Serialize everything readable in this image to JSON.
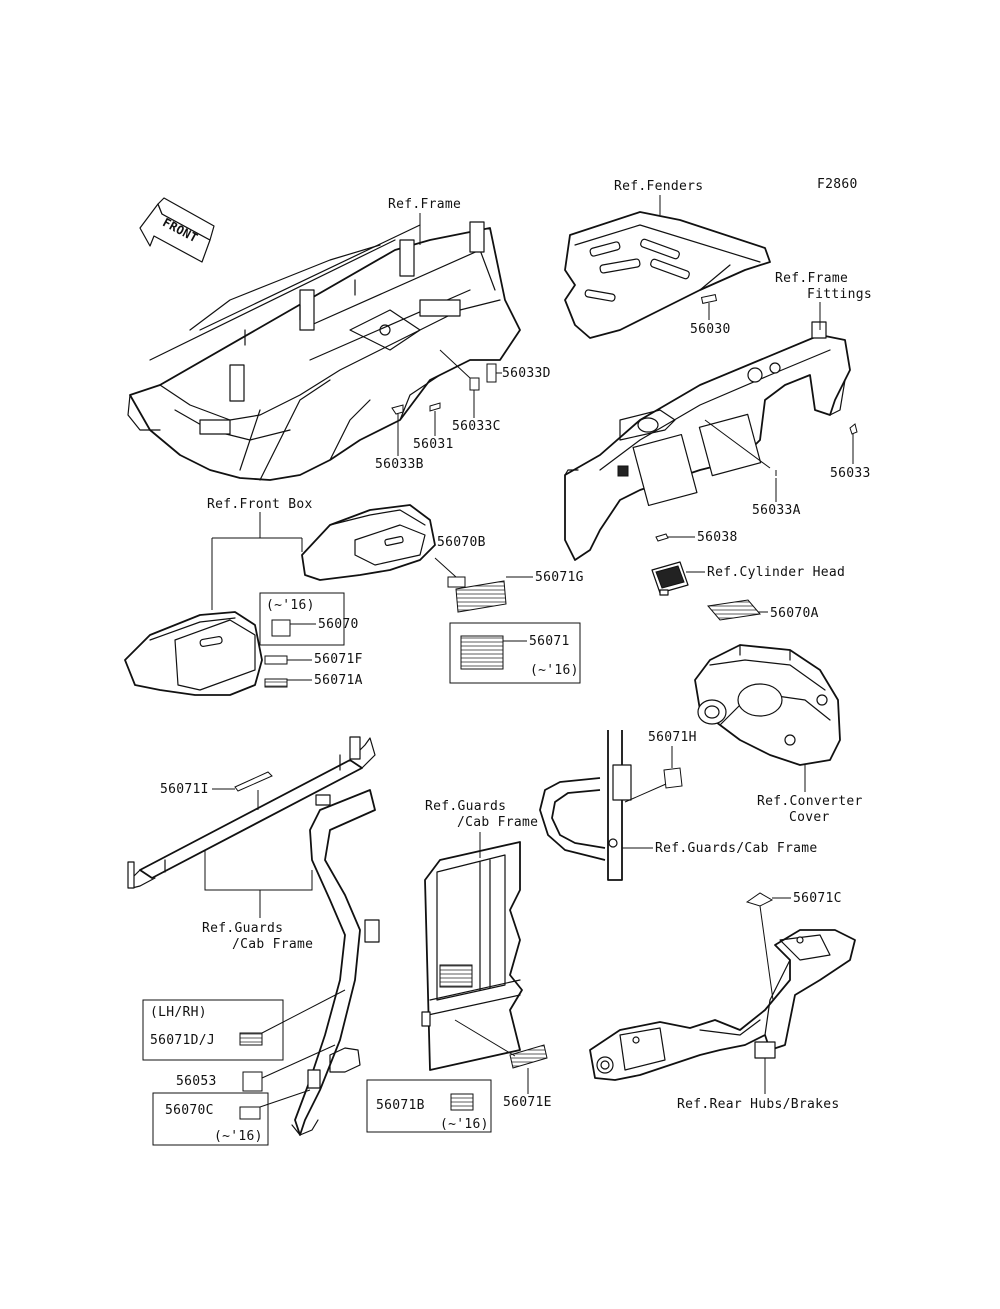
{
  "figure_id": "F2860",
  "front_label": "FRONT",
  "refs": {
    "frame": "Ref.Frame",
    "fenders": "Ref.Fenders",
    "frame_fittings_1": "Ref.Frame",
    "frame_fittings_2": "Fittings",
    "front_box": "Ref.Front Box",
    "cylinder_head": "Ref.Cylinder Head",
    "converter_cover_1": "Ref.Converter",
    "converter_cover_2": "Cover",
    "guards_cab_left_1": "Ref.Guards",
    "guards_cab_left_2": "/Cab Frame",
    "guards_cab_mid_1": "Ref.Guards",
    "guards_cab_mid_2": "/Cab Frame",
    "guards_cab_right": "Ref.Guards/Cab Frame",
    "rear_hubs": "Ref.Rear Hubs/Brakes"
  },
  "parts": {
    "p56033D": "56033D",
    "p56033C": "56033C",
    "p56031": "56031",
    "p56033B": "56033B",
    "p56030": "56030",
    "p56033": "56033",
    "p56033A": "56033A",
    "p56038": "56038",
    "p56070A": "56070A",
    "p56070B": "56070B",
    "p56071G": "56071G",
    "p56070": "56070",
    "p56071": "56071",
    "p56071F": "56071F",
    "p56071A": "56071A",
    "p56071H": "56071H",
    "p56071I": "56071I",
    "p56071C": "56071C",
    "p56071DJ": "56071D/J",
    "p56053": "56053",
    "p56070C": "56070C",
    "p56071B": "56071B",
    "p56071E": "56071E"
  },
  "notes": {
    "until16_a": "(~'16)",
    "until16_b": "(~'16)",
    "until16_c": "(~'16)",
    "until16_d": "(~'16)",
    "lhrh": "(LH/RH)"
  }
}
